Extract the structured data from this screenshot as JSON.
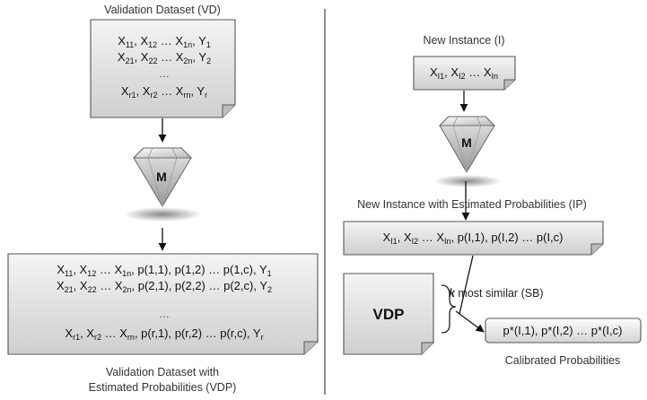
{
  "left": {
    "vd_title": "Validation Dataset (VD)",
    "vd_rows": [
      [
        "X",
        "11",
        ", X",
        "12",
        " … X",
        "1n",
        ", Y",
        "1"
      ],
      [
        "X",
        "21",
        ", X",
        "22",
        " … X",
        "2n",
        ", Y",
        "2"
      ],
      [
        "X",
        "r1",
        ", X",
        "r2",
        " … X",
        "rn",
        ", Y",
        "r"
      ]
    ],
    "vd_ellipsis": "…",
    "model_label": "M",
    "vdp_rows": [
      [
        "X",
        "11",
        ", X",
        "12",
        " … X",
        "1n",
        ", p(1,1), p(1,2) … p(1,c), Y",
        "1"
      ],
      [
        "X",
        "21",
        ", X",
        "22",
        " … X",
        "2n",
        ", p(2,1), p(2,2) … p(2,c), Y",
        "2"
      ],
      [
        "X",
        "r1",
        ", X",
        "r2",
        " … X",
        "rn",
        ", p(r,1), p(r,2) … p(r,c), Y",
        "r"
      ]
    ],
    "vdp_ellipsis": "…",
    "vdp_caption_line1": "Validation Dataset with",
    "vdp_caption_line2": "Estimated Probabilities (VDP)"
  },
  "right": {
    "new_instance_title": "New Instance (I)",
    "instance_row": [
      "X",
      "I1",
      ", X",
      "I2",
      " … X",
      "In"
    ],
    "model_label": "M",
    "ip_title": "New Instance with Estimated Probabilities (IP)",
    "ip_row": [
      "X",
      "I1",
      ", X",
      "I2",
      " … X",
      "In",
      ", p(I,1), p(I,2) … p(I,c)"
    ],
    "vdp_box_label": "VDP",
    "k_label": "k",
    "most_similar_label": " most similar (SB)",
    "calibrated_row": "p*(I,1), p*(I,2) … p*(I,c)",
    "calibrated_caption": "Calibrated Probabilities"
  }
}
